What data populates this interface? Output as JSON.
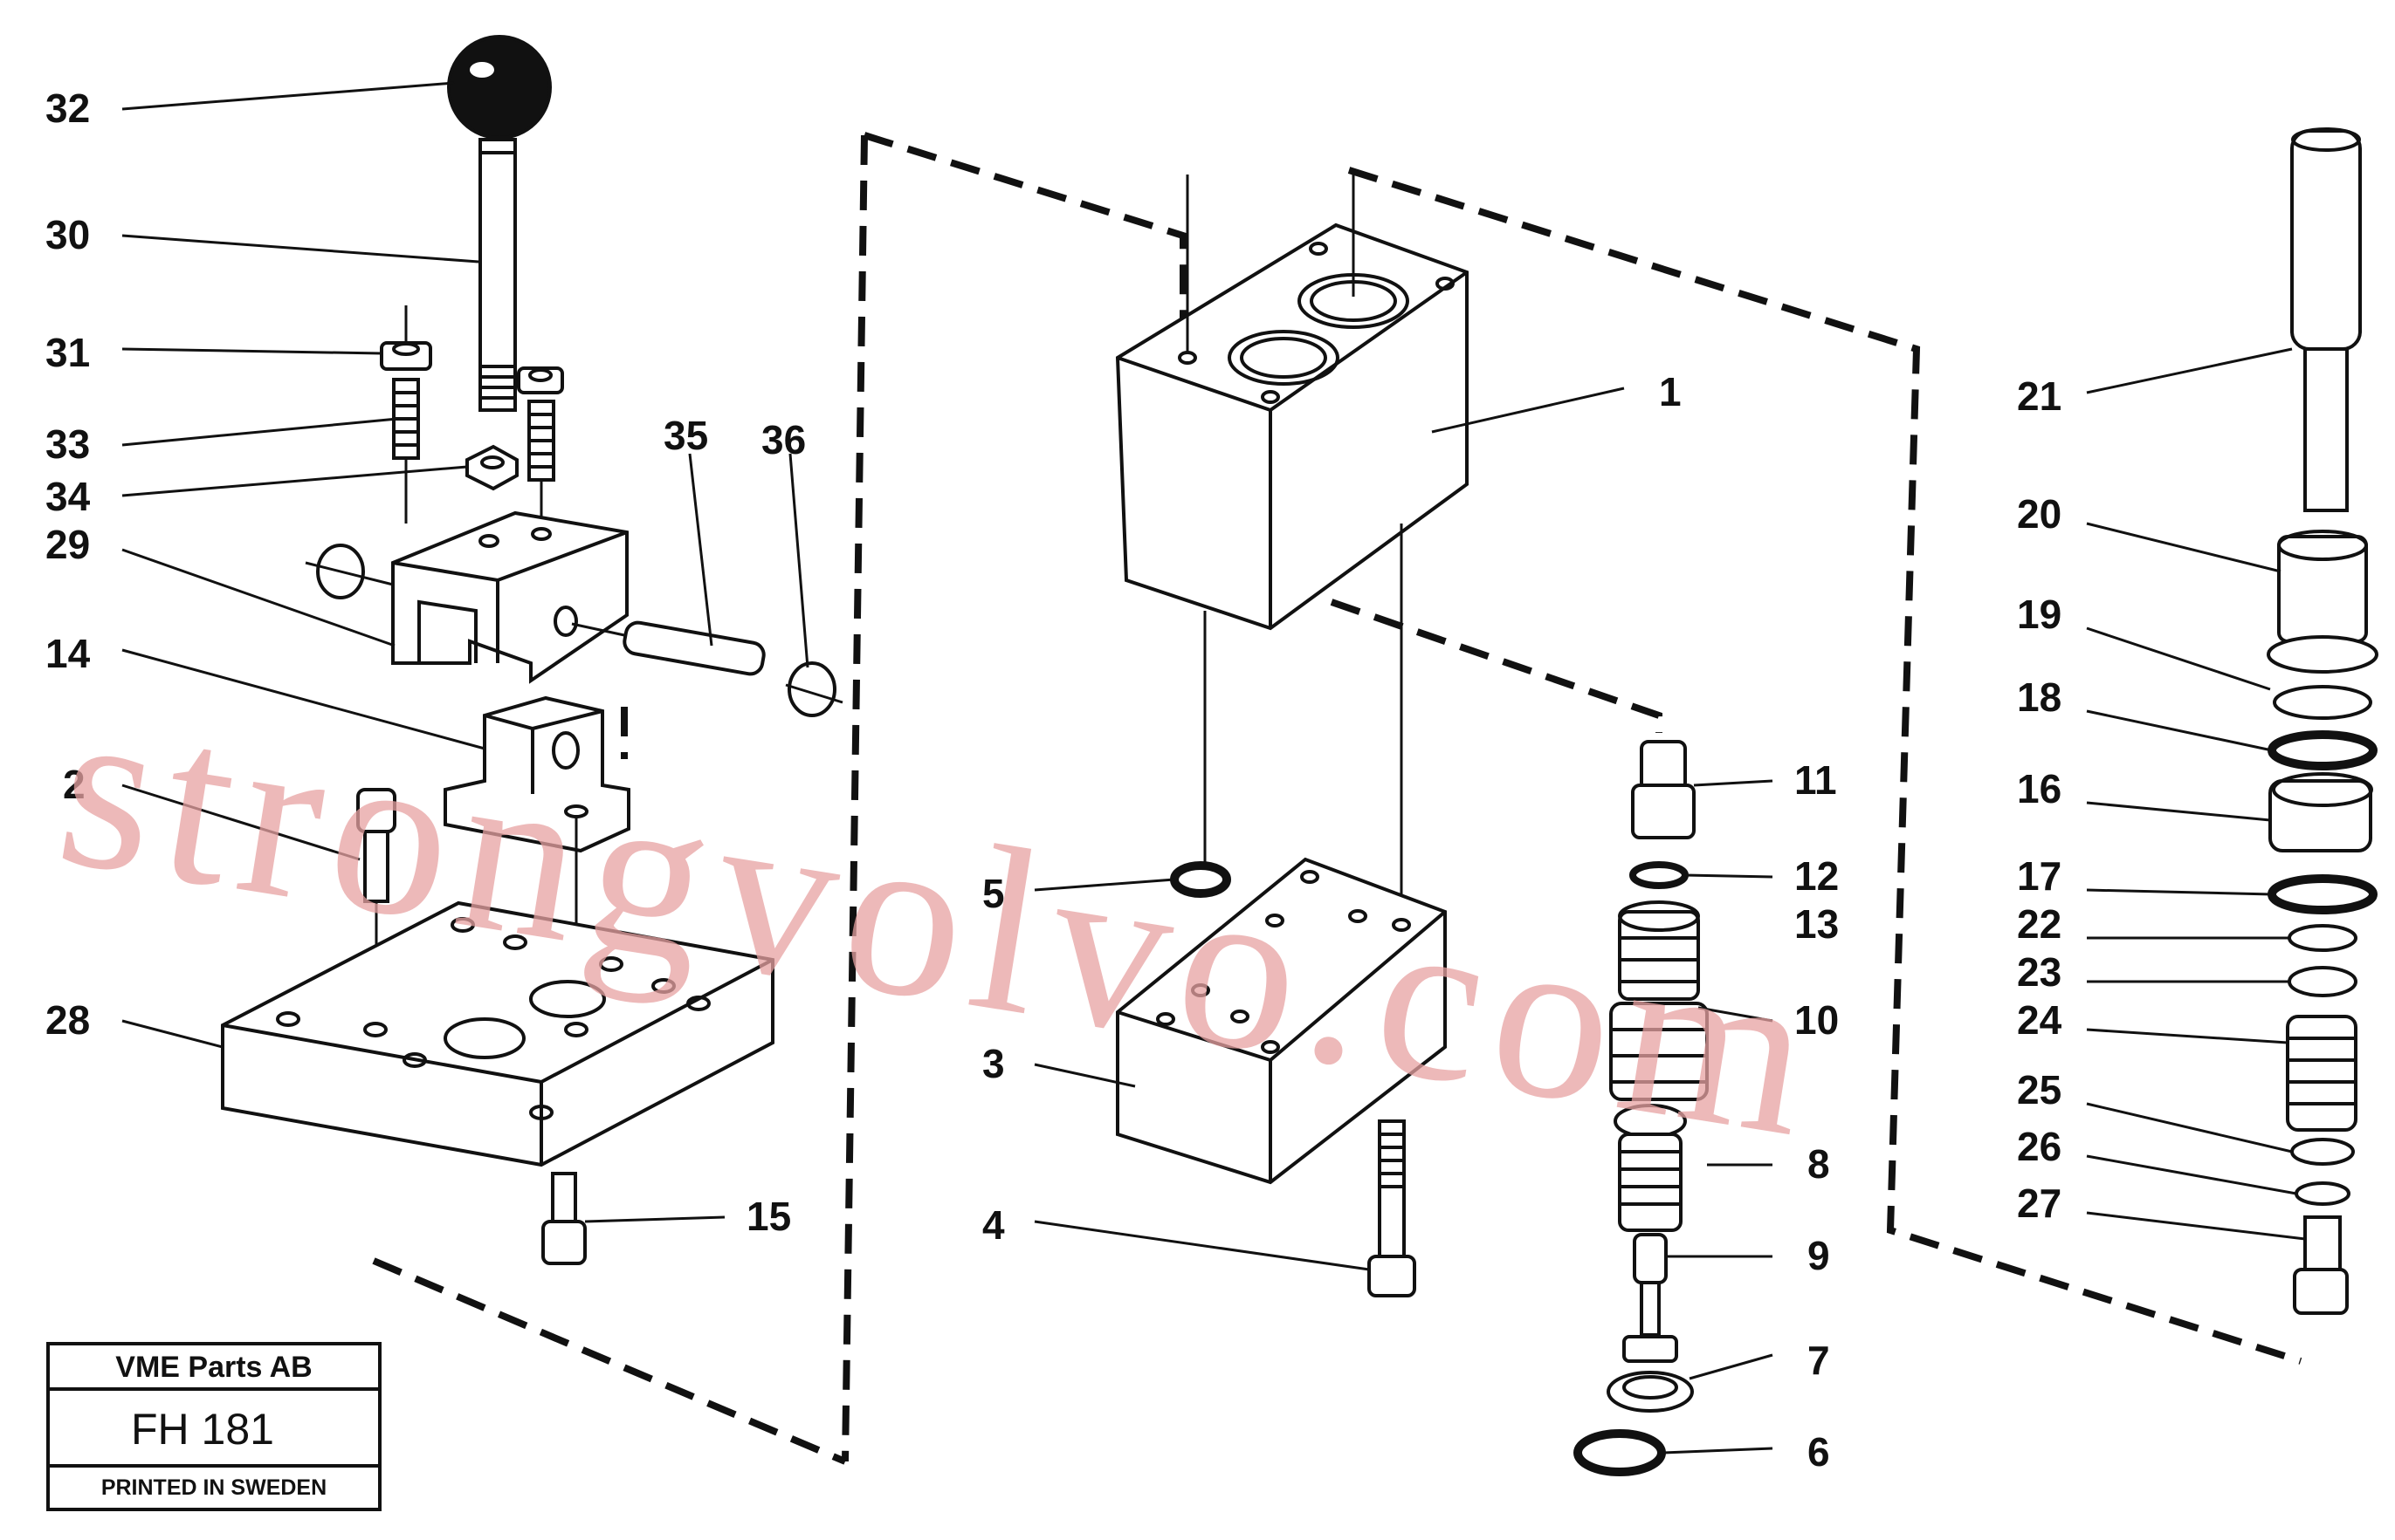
{
  "title_block": {
    "company": "VME Parts AB",
    "code": "FH 181",
    "printed": "PRINTED IN SWEDEN"
  },
  "watermark": "strongvolvo.com",
  "callouts": {
    "c1": "1",
    "c2": "2",
    "c3": "3",
    "c4": "4",
    "c5": "5",
    "c6": "6",
    "c7": "7",
    "c8": "8",
    "c9": "9",
    "c10": "10",
    "c11": "11",
    "c12": "12",
    "c13": "13",
    "c14": "14",
    "c15": "15",
    "c16": "16",
    "c17": "17",
    "c18": "18",
    "c19": "19",
    "c20": "20",
    "c21": "21",
    "c22": "22",
    "c23": "23",
    "c24": "24",
    "c25": "25",
    "c26": "26",
    "c27": "27",
    "c28": "28",
    "c29": "29",
    "c30": "30",
    "c31": "31",
    "c32": "32",
    "c33": "33",
    "c34": "34",
    "c35": "35",
    "c36": "36"
  },
  "colors": {
    "ink": "#111111",
    "watermark": "#e7a2a2",
    "paper": "#ffffff"
  }
}
